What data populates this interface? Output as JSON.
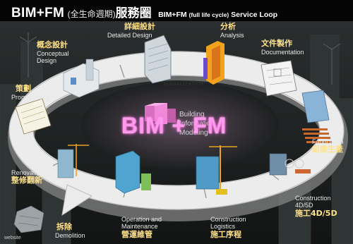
{
  "title": {
    "main": "BIM+FM",
    "paren": "(全生命週期)",
    "suffix": "服務圈",
    "english_prefix": "BIM+FM",
    "english_paren": "(full life cycle)",
    "english_rest": "Service Loop"
  },
  "center": {
    "headline": "BIM + FM",
    "line1": "Building",
    "line2": "Information",
    "line3": "Modeling"
  },
  "ring_label": "VISUALIZATION",
  "stages": [
    {
      "zh": "詳細設計",
      "en": "Detailed Design"
    },
    {
      "zh": "分析",
      "en": "Analysis"
    },
    {
      "zh": "文件製作",
      "en": "Documentation"
    },
    {
      "zh": "概念設計",
      "en_line1": "Conceptual",
      "en_line2": "Design"
    },
    {
      "zh": "策劃",
      "en": "Programming"
    },
    {
      "en": "Fabrication",
      "zh": "組建生產"
    },
    {
      "en": "Renovation",
      "zh": "整修翻新"
    },
    {
      "en_line1": "Construction",
      "en_line2": "4D/5D",
      "zh": "施工4D/5D"
    },
    {
      "zh": "拆除",
      "en": "Demolition"
    },
    {
      "en_line1": "Operation and",
      "en_line2": "Maintenance",
      "zh": "營運維管"
    },
    {
      "en_line1": "Construction",
      "en_line2": "Logistics",
      "zh": "施工序程"
    }
  ],
  "footer": "website",
  "colors": {
    "ring": "#ececec",
    "ring_shadow": "#9a9a9a",
    "label_zh": "#ffe28a",
    "center_text": "#ff99ee",
    "background": "#1a1c1c"
  }
}
